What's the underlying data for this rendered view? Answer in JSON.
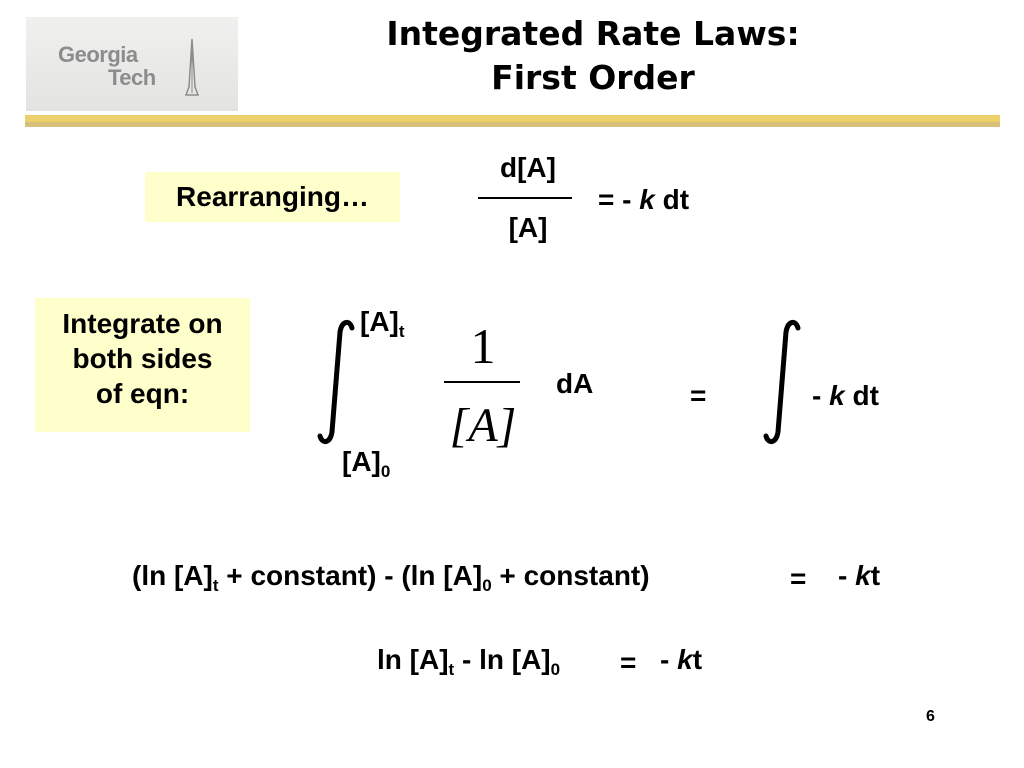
{
  "logo": {
    "line1": "Georgia",
    "line2": "Tech"
  },
  "title": {
    "line1": "Integrated Rate Laws:",
    "line2": "First Order"
  },
  "step1": {
    "label": "Rearranging…",
    "numerator": "d[A]",
    "denominator": "[A]",
    "rhs_eq": "= -",
    "rhs_k": "k",
    "rhs_dt": "dt"
  },
  "step2": {
    "label_line1": "Integrate on",
    "label_line2": "both sides",
    "label_line3": "of eqn:",
    "upper_limit": "[A]",
    "upper_sub": "t",
    "lower_limit": "[A]",
    "lower_sub": "0",
    "frac_num": "1",
    "frac_den": "[A]",
    "dA": "dA",
    "equals": "=",
    "rhs_minus": "-",
    "rhs_k": "k",
    "rhs_dt": "dt"
  },
  "step3": {
    "part1": "(ln [A]",
    "sub1": "t",
    "part2": " + constant) - (ln [A]",
    "sub2": "0",
    "part3": " + constant)",
    "equals": "=",
    "rhs_minus": "-",
    "rhs_k": "k",
    "rhs_t": "t"
  },
  "step4": {
    "part1": "ln [A]",
    "sub1": "t",
    "part2": " - ln [A]",
    "sub2": "0",
    "equals": "=",
    "rhs_minus": "-",
    "rhs_k": "k",
    "rhs_t": "t"
  },
  "page_number": "6"
}
